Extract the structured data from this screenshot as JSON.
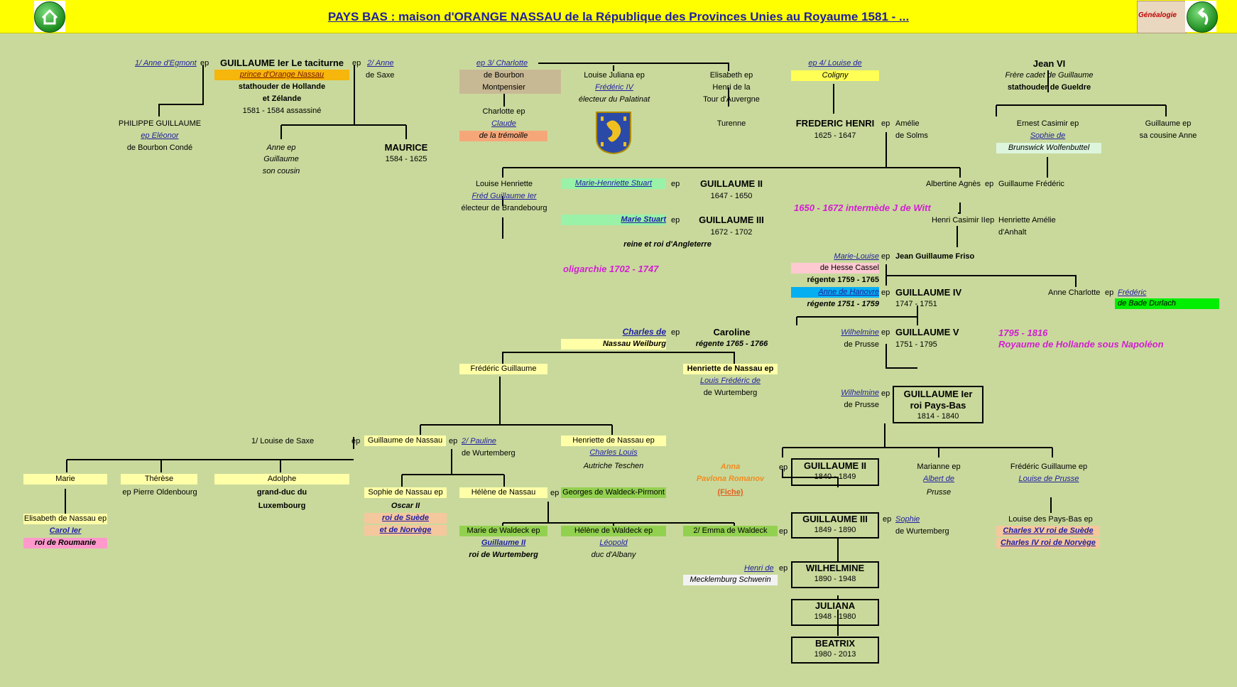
{
  "header": {
    "title": "PAYS BAS : maison d'ORANGE NASSAU de la République des Provinces Unies au Royaume 1581 - ...",
    "home_icon": "home-icon",
    "genealogie_label": "Généalogie",
    "back_icon": "back-arrow-icon"
  },
  "colors": {
    "background": "#c9d99c",
    "header": "#ffff00",
    "link": "#1f1f9f",
    "magenta_note": "#d21fd2"
  },
  "tree": {
    "anne_egmont": "1/ Anne d'Egmont",
    "ep_g1a": "ep",
    "g1_name": "GUILLAUME Ier Le taciturne",
    "g1_prince": "prince d'Orange Nassau",
    "g1_stat1": "stathouder de Hollande",
    "g1_stat2": "et Zélande",
    "g1_dates": "1581 - 1584 assassiné",
    "ep_g1b": "ep",
    "anne_saxe1": "2/ Anne",
    "anne_saxe2": "de Saxe",
    "philippe1": "PHILIPPE GUILLAUME",
    "philippe2": "ep Eléonor",
    "philippe3": "de Bourbon Condé",
    "anne_ep1": "Anne ep",
    "anne_ep2": "Guillaume",
    "anne_ep3": "son cousin",
    "maurice": "MAURICE",
    "maurice_dates": "1584 - 1625",
    "charlotte1": "ep 3/ Charlotte",
    "charlotte2": "de Bourbon",
    "charlotte3": "Montpensier",
    "charlotte_ep": "Charlotte ep",
    "claude": "Claude",
    "tremoille": "de la trémoille",
    "louise_juliana": "Louise Juliana ep",
    "frederic_iv": "Frédéric IV",
    "electeur_palatinat": "électeur du Palatinat",
    "coat_of_arms": "coat-of-arms-icon",
    "elisabeth1": "Elisabeth ep",
    "elisabeth2": "Henri de la",
    "elisabeth3": "Tour d'Auvergne",
    "turenne": "Turenne",
    "louise_coligny1": "ep  4/ Louise de",
    "louise_coligny2": "Coligny",
    "fh_name": "FREDERIC HENRI",
    "fh_dates": "1625 - 1647",
    "ep_fh": "ep",
    "amelie1": "Amélie",
    "amelie2": "de Solms",
    "jean_vi": "Jean VI",
    "jean_vi2": "Frère cadet de Guillaume",
    "jean_vi3": "stathouder de Gueldre",
    "ernest": "Ernest Casimir ep",
    "sophie": "Sophie de",
    "brunswick": "Brunswick Wolfenbuttel",
    "guillaume_cousin1": "Guillaume ep",
    "guillaume_cousin2": "sa cousine Anne",
    "louise_henriette": "Louise Henriette",
    "fred_guillaume_ier": "Fréd Guillaume Ier",
    "electeur_brandebourg": "électeur de Brandebourg",
    "mh_stuart": "Marie-Henriette Stuart",
    "ep_g2": "ep",
    "g2_name": "GUILLAUME II",
    "g2_dates": "1647 - 1650",
    "marie_stuart": "Marie Stuart",
    "ep_g3": "ep",
    "g3_name": "GUILLAUME III",
    "g3_dates": "1672 - 1702",
    "g3_roi": "reine et roi d'Angleterre",
    "intermede": "1650 - 1672 intermède J de Witt",
    "albertine": "Albertine Agnès",
    "ep_alb": "ep",
    "guillaume_frederic": "Guillaume Frédéric",
    "henri_casimir": "Henri Casimir II",
    "ep_hc": "ep",
    "henriette_amelie1": "Henriette Amélie",
    "henriette_amelie2": "d'Anhalt",
    "oligarchie": "oligarchie 1702 - 1747",
    "marie_louise": "Marie-Louise",
    "ep_jgf": "ep",
    "jgf": "Jean Guillaume Friso",
    "hesse": "de Hesse Cassel",
    "regente1": "régente 1759 - 1765",
    "anne_hanovre": "Anne de Hanovre",
    "ep_g4": "ep",
    "g4_name": "GUILLAUME IV",
    "g4_dates": "1747 - 1751",
    "regente2": "régente 1751 - 1759",
    "anne_charlotte": "Anne Charlotte",
    "ep_ac": "ep",
    "frederic_bade1": "Frédéric",
    "frederic_bade2": "de Bade Durlach",
    "charles_de": "Charles de",
    "ep_car": "ep",
    "nassau_weilburg": "Nassau Weilburg",
    "caroline": "Caroline",
    "caroline_regente": "régente 1765 - 1766",
    "wilhelmine1": "Wilhelmine",
    "prusse1": "de Prusse",
    "ep_g5": "ep",
    "g5_name": "GUILLAUME V",
    "g5_dates": "1751 - 1795",
    "napoleon1": "1795 - 1816",
    "napoleon2": "Royaume de Hollande sous Napoléon",
    "frederic_guillaume": "Frédéric Guillaume",
    "henriette_nassau": "Henriette de Nassau ep",
    "louis_frederic": "Louis Frédéric de",
    "wurtemberg1": "de Wurtemberg",
    "wilhelmine2": "Wilhelmine",
    "prusse2": "de Prusse",
    "ep_w1": "ep",
    "w1_name1": "GUILLAUME Ier",
    "w1_name2": "roi Pays-Bas",
    "w1_dates": "1814 - 1840",
    "louise_saxe": "1/ Louise de Saxe",
    "ep_gn": "ep",
    "guillaume_nassau": "Guillaume de Nassau",
    "ep_gn2": "ep",
    "pauline": "2/ Pauline",
    "pauline2": "de Wurtemberg",
    "henriette_nassau2": "Henriette de Nassau ep",
    "charles_louis": "Charles Louis",
    "autriche": "Autriche Teschen",
    "marie": "Marie",
    "therese": "Thérèse",
    "therese_ep": "ep Pierre Oldenbourg",
    "adolphe": "Adolphe",
    "gd1": "grand-duc du",
    "gd2": "Luxembourg",
    "elisabeth_nassau": "Elisabeth de Nassau ep",
    "carol": "Carol Ier",
    "roumanie": "roi de Roumanie",
    "sophie_nassau": "Sophie de Nassau ep",
    "oscar": "Oscar II",
    "suede1": "roi de Suède",
    "norvege1": "et de Norvège",
    "helene_nassau": "Hélène de Nassau",
    "ep_hel": "ep",
    "georges": "Georges de Waldeck-Pirmont",
    "marie_waldeck": "Marie de Waldeck ep",
    "guillaume_ii_w": "Guillaume II",
    "roi_wurtemberg": "roi de Wurtemberg",
    "helene_waldeck": "Hélène de Waldeck ep",
    "leopold": "Léopold",
    "albany": "duc d'Albany",
    "emma": "2/   Emma de Waldeck",
    "anna1": "Anna",
    "anna2": "Pavlona Romanov",
    "anna3": "(Fiche)",
    "ep_w2": "ep",
    "w2_name": "GUILLAUME II",
    "w2_dates": "1840 - 1849",
    "marianne": "Marianne ep",
    "albert": "Albert de",
    "prusse3": "Prusse",
    "frederic_guillaume2": "Frédéric Guillaume ep",
    "louise_prusse": "Louise de Prusse",
    "ep_emma": "ep",
    "w3_name": "GUILLAUME III",
    "w3_dates": "1849 - 1890",
    "ep_w3": "ep",
    "sophie_w": "Sophie",
    "wurtemberg2": "de Wurtemberg",
    "louise_pb": "Louise des Pays-Bas ep",
    "charles_xv": "Charles XV roi de Suède",
    "charles_iv": "Charles IV roi de Norvège",
    "henri_de": "Henri de",
    "ep_wil": "ep",
    "mecklenburg": "Mecklemburg Schwerin",
    "wilhelmine_name": "WILHELMINE",
    "wilhelmine_dates": "1890 - 1948",
    "juliana_name": "JULIANA",
    "juliana_dates": "1948 - 1980",
    "beatrix_name": "BEATRIX",
    "beatrix_dates": "1980 - 2013"
  }
}
